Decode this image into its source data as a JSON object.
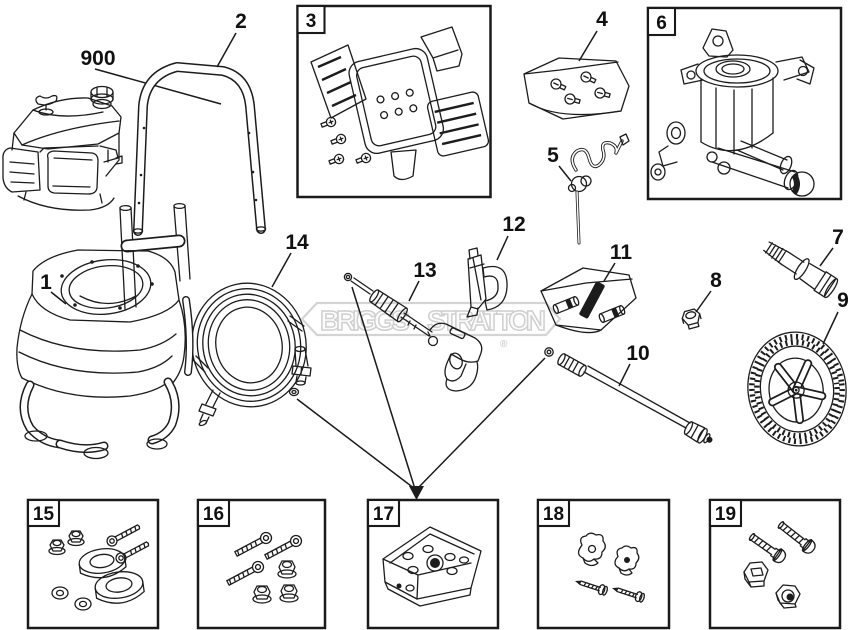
{
  "watermark": {
    "word1": "BRIGGS",
    "word2": "STRATTON",
    "registered": "®"
  },
  "callouts": {
    "engine": "900",
    "frame": "1",
    "handle": "2",
    "panel_kit": "3",
    "hardware_bag": "4",
    "wire": "5",
    "pump_kit": "6",
    "axle_bolt": "7",
    "axle_nut": "8",
    "wheel": "9",
    "lance_tube": "10",
    "nozzle_bag": "11",
    "gun_holder": "12",
    "spray_gun": "13",
    "hose": "14",
    "foot_kit": "15",
    "bolt_kit": "16",
    "tray_kit": "17",
    "knob_kit": "18",
    "handle_hardware_kit": "19"
  }
}
